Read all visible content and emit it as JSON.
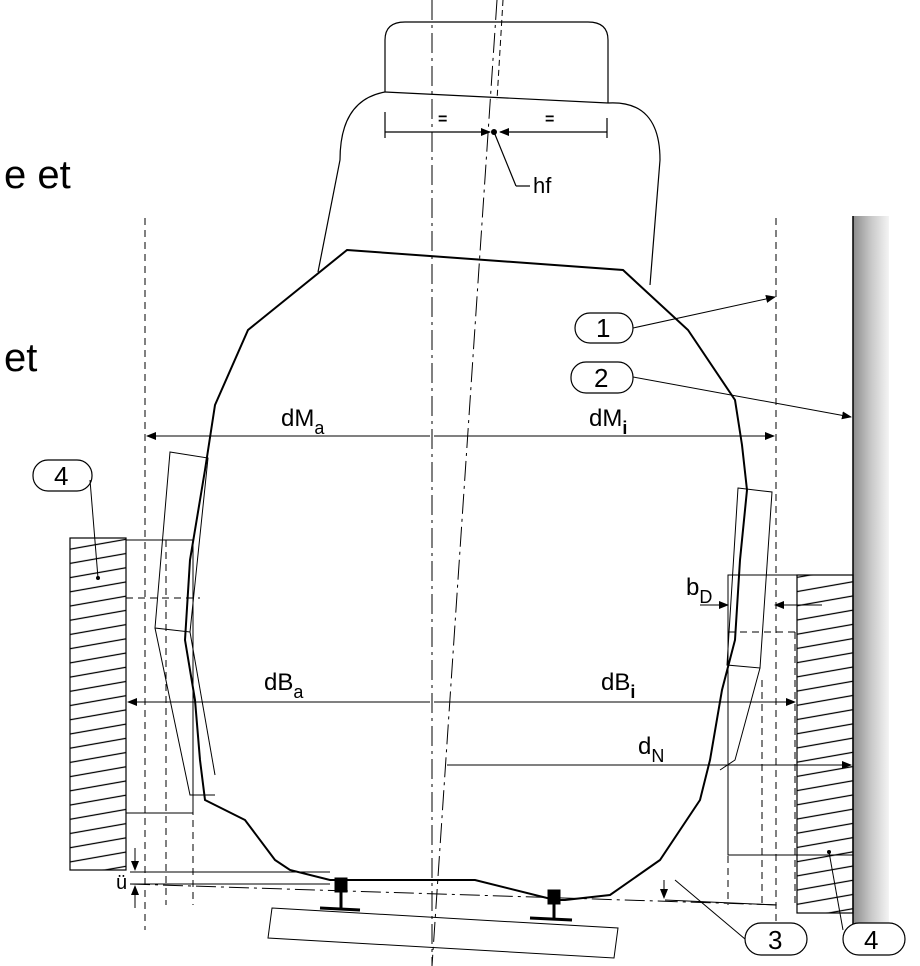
{
  "side_text": [
    "e et",
    "et"
  ],
  "labels": {
    "hf": "hf",
    "dMa_main": "dM",
    "dMa_sub": "a",
    "dMi_main": "dM",
    "dMi_sub": "i",
    "dBa_main": "dB",
    "dBa_sub": "a",
    "dBi_main": "dB",
    "dBi_sub": "i",
    "bD_main": "b",
    "bD_sub": "D",
    "dN_main": "d",
    "dN_sub": "N",
    "u": "ü",
    "eq": "="
  },
  "callouts": [
    "1",
    "2",
    "3",
    "4"
  ]
}
